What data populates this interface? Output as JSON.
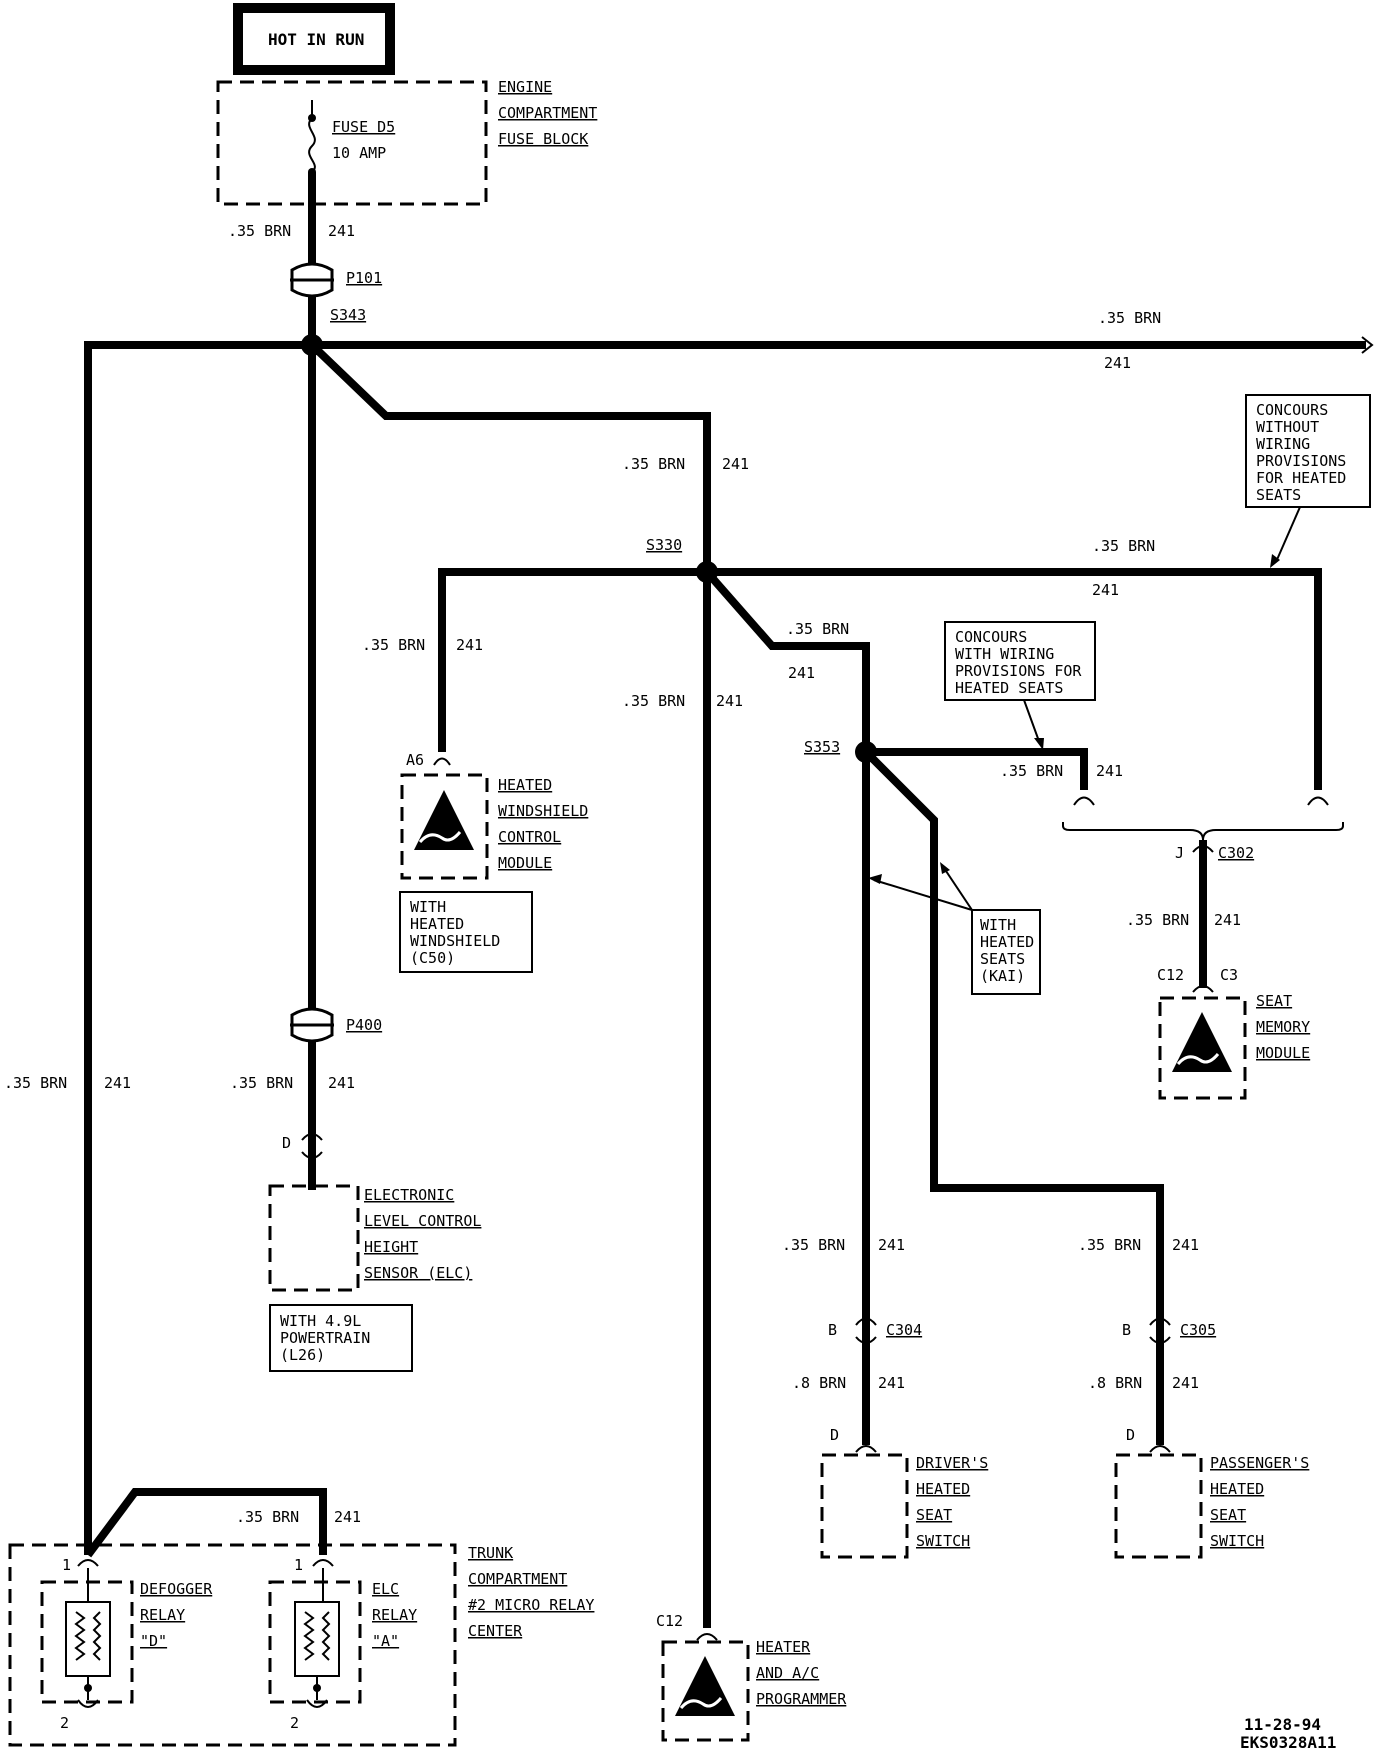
{
  "power": {
    "hot_in_run": "HOT IN RUN"
  },
  "fuse_block": {
    "fuse_name": "FUSE D5",
    "fuse_rating": "10 AMP",
    "label_lines": [
      "ENGINE",
      "COMPARTMENT",
      "FUSE BLOCK"
    ]
  },
  "wire": {
    "size_brn": ".35 BRN",
    "size_8_brn": ".8 BRN",
    "circuit": "241"
  },
  "connectors": {
    "p101": "P101",
    "s343": "S343",
    "s330": "S330",
    "s353": "S353",
    "p400": "P400",
    "c302": "C302",
    "c304": "C304",
    "c305": "C305",
    "c3": "C3",
    "c12": "C12",
    "j": "J",
    "a6": "A6",
    "b": "B",
    "d": "D",
    "pin1": "1",
    "pin2": "2"
  },
  "notes": {
    "concours_without": [
      "CONCOURS",
      "WITHOUT",
      "WIRING",
      "PROVISIONS",
      "FOR HEATED",
      "SEATS"
    ],
    "concours_with": [
      "CONCOURS",
      "WITH WIRING",
      "PROVISIONS FOR",
      "HEATED SEATS"
    ],
    "with_heated_seats": [
      "WITH",
      "HEATED",
      "SEATS",
      "(KAI)"
    ],
    "with_heated_windshield": [
      "WITH",
      "HEATED",
      "WINDSHIELD",
      "(C50)"
    ],
    "with_49l": [
      "WITH 4.9L",
      "POWERTRAIN",
      "(L26)"
    ]
  },
  "components": {
    "heated_windshield": [
      "HEATED",
      "WINDSHIELD",
      "CONTROL",
      "MODULE"
    ],
    "elc_sensor": [
      "ELECTRONIC",
      "LEVEL CONTROL",
      "HEIGHT",
      "SENSOR (ELC)"
    ],
    "seat_memory": [
      "SEAT",
      "MEMORY",
      "MODULE"
    ],
    "drivers_switch": [
      "DRIVER'S",
      "HEATED",
      "SEAT",
      "SWITCH"
    ],
    "passengers_switch": [
      "PASSENGER'S",
      "HEATED",
      "SEAT",
      "SWITCH"
    ],
    "heater_programmer": [
      "HEATER",
      "AND A/C",
      "PROGRAMMER"
    ],
    "trunk_center": [
      "TRUNK",
      "COMPARTMENT",
      "#2 MICRO RELAY",
      "CENTER"
    ],
    "defogger_relay": [
      "DEFOGGER",
      "RELAY",
      "\"D\""
    ],
    "elc_relay": [
      "ELC",
      "RELAY",
      "\"A\""
    ]
  },
  "footer": {
    "date": "11-28-94",
    "code": "EKS0328A11"
  }
}
